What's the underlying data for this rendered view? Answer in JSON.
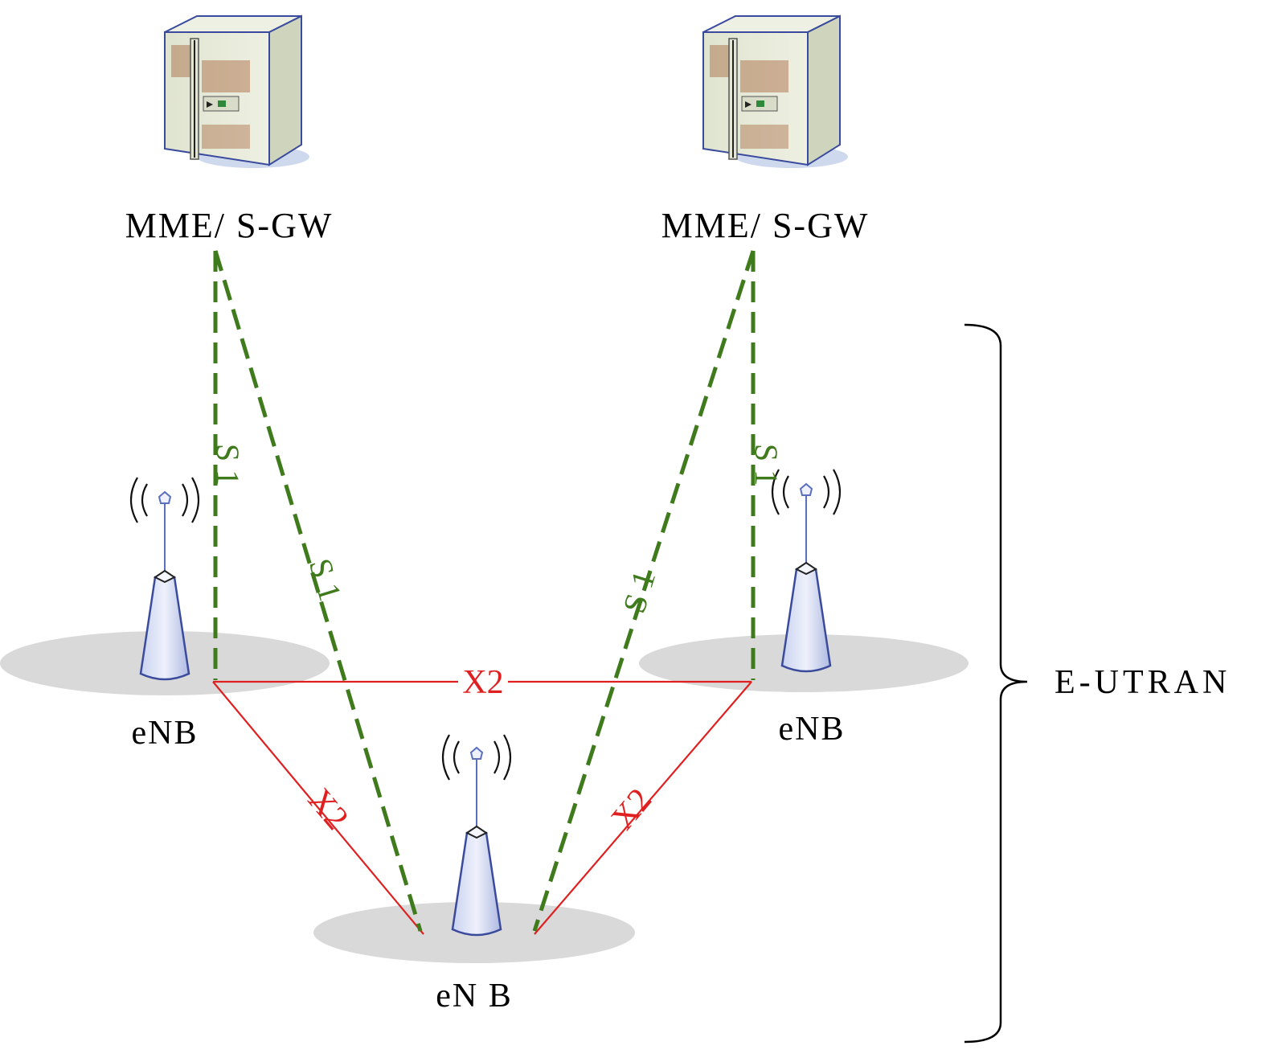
{
  "nodes": {
    "mme_left": {
      "label": "MME/ S-GW"
    },
    "mme_right": {
      "label": "MME/ S-GW"
    },
    "enb_left": {
      "label": "eNB"
    },
    "enb_right": {
      "label": "eNB"
    },
    "enb_bottom": {
      "label": "eN B"
    }
  },
  "links": {
    "s1_left_vertical": "S 1",
    "s1_left_diagonal": "S 1",
    "s1_right_diagonal": "S 1",
    "s1_right_vertical": "S 1",
    "x2_top": "X2",
    "x2_left": "X2",
    "x2_right": "X2"
  },
  "group_label": "E-UTRAN",
  "colors": {
    "s1_link": "#3f7a1c",
    "x2_link": "#e02020",
    "antenna": "#5b6fc0",
    "coverage": "#d9d9d9"
  },
  "icons": {
    "server": "server-icon",
    "base_station": "base-station-icon",
    "radio_waves": "radio-waves-icon"
  }
}
